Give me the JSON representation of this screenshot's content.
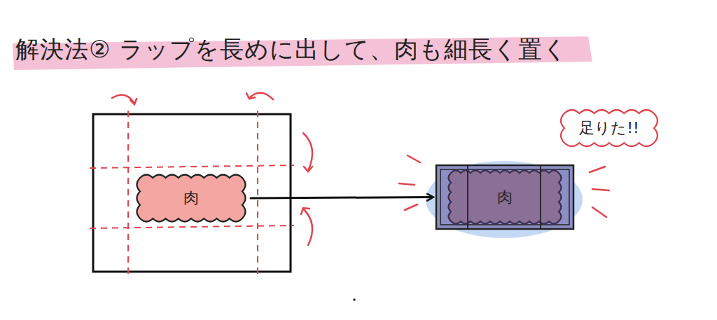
{
  "diagram": {
    "title": "解決法② ラップを長めに出して、肉も細長く置く",
    "nodes": [
      {
        "text": [
          "肉"
        ]
      },
      {
        "text": [
          "肉"
        ]
      },
      {
        "text": [
          "足りた!!"
        ]
      }
    ],
    "edges": [
      {
        "from": 0,
        "to": 1,
        "arrow": "to"
      }
    ]
  }
}
